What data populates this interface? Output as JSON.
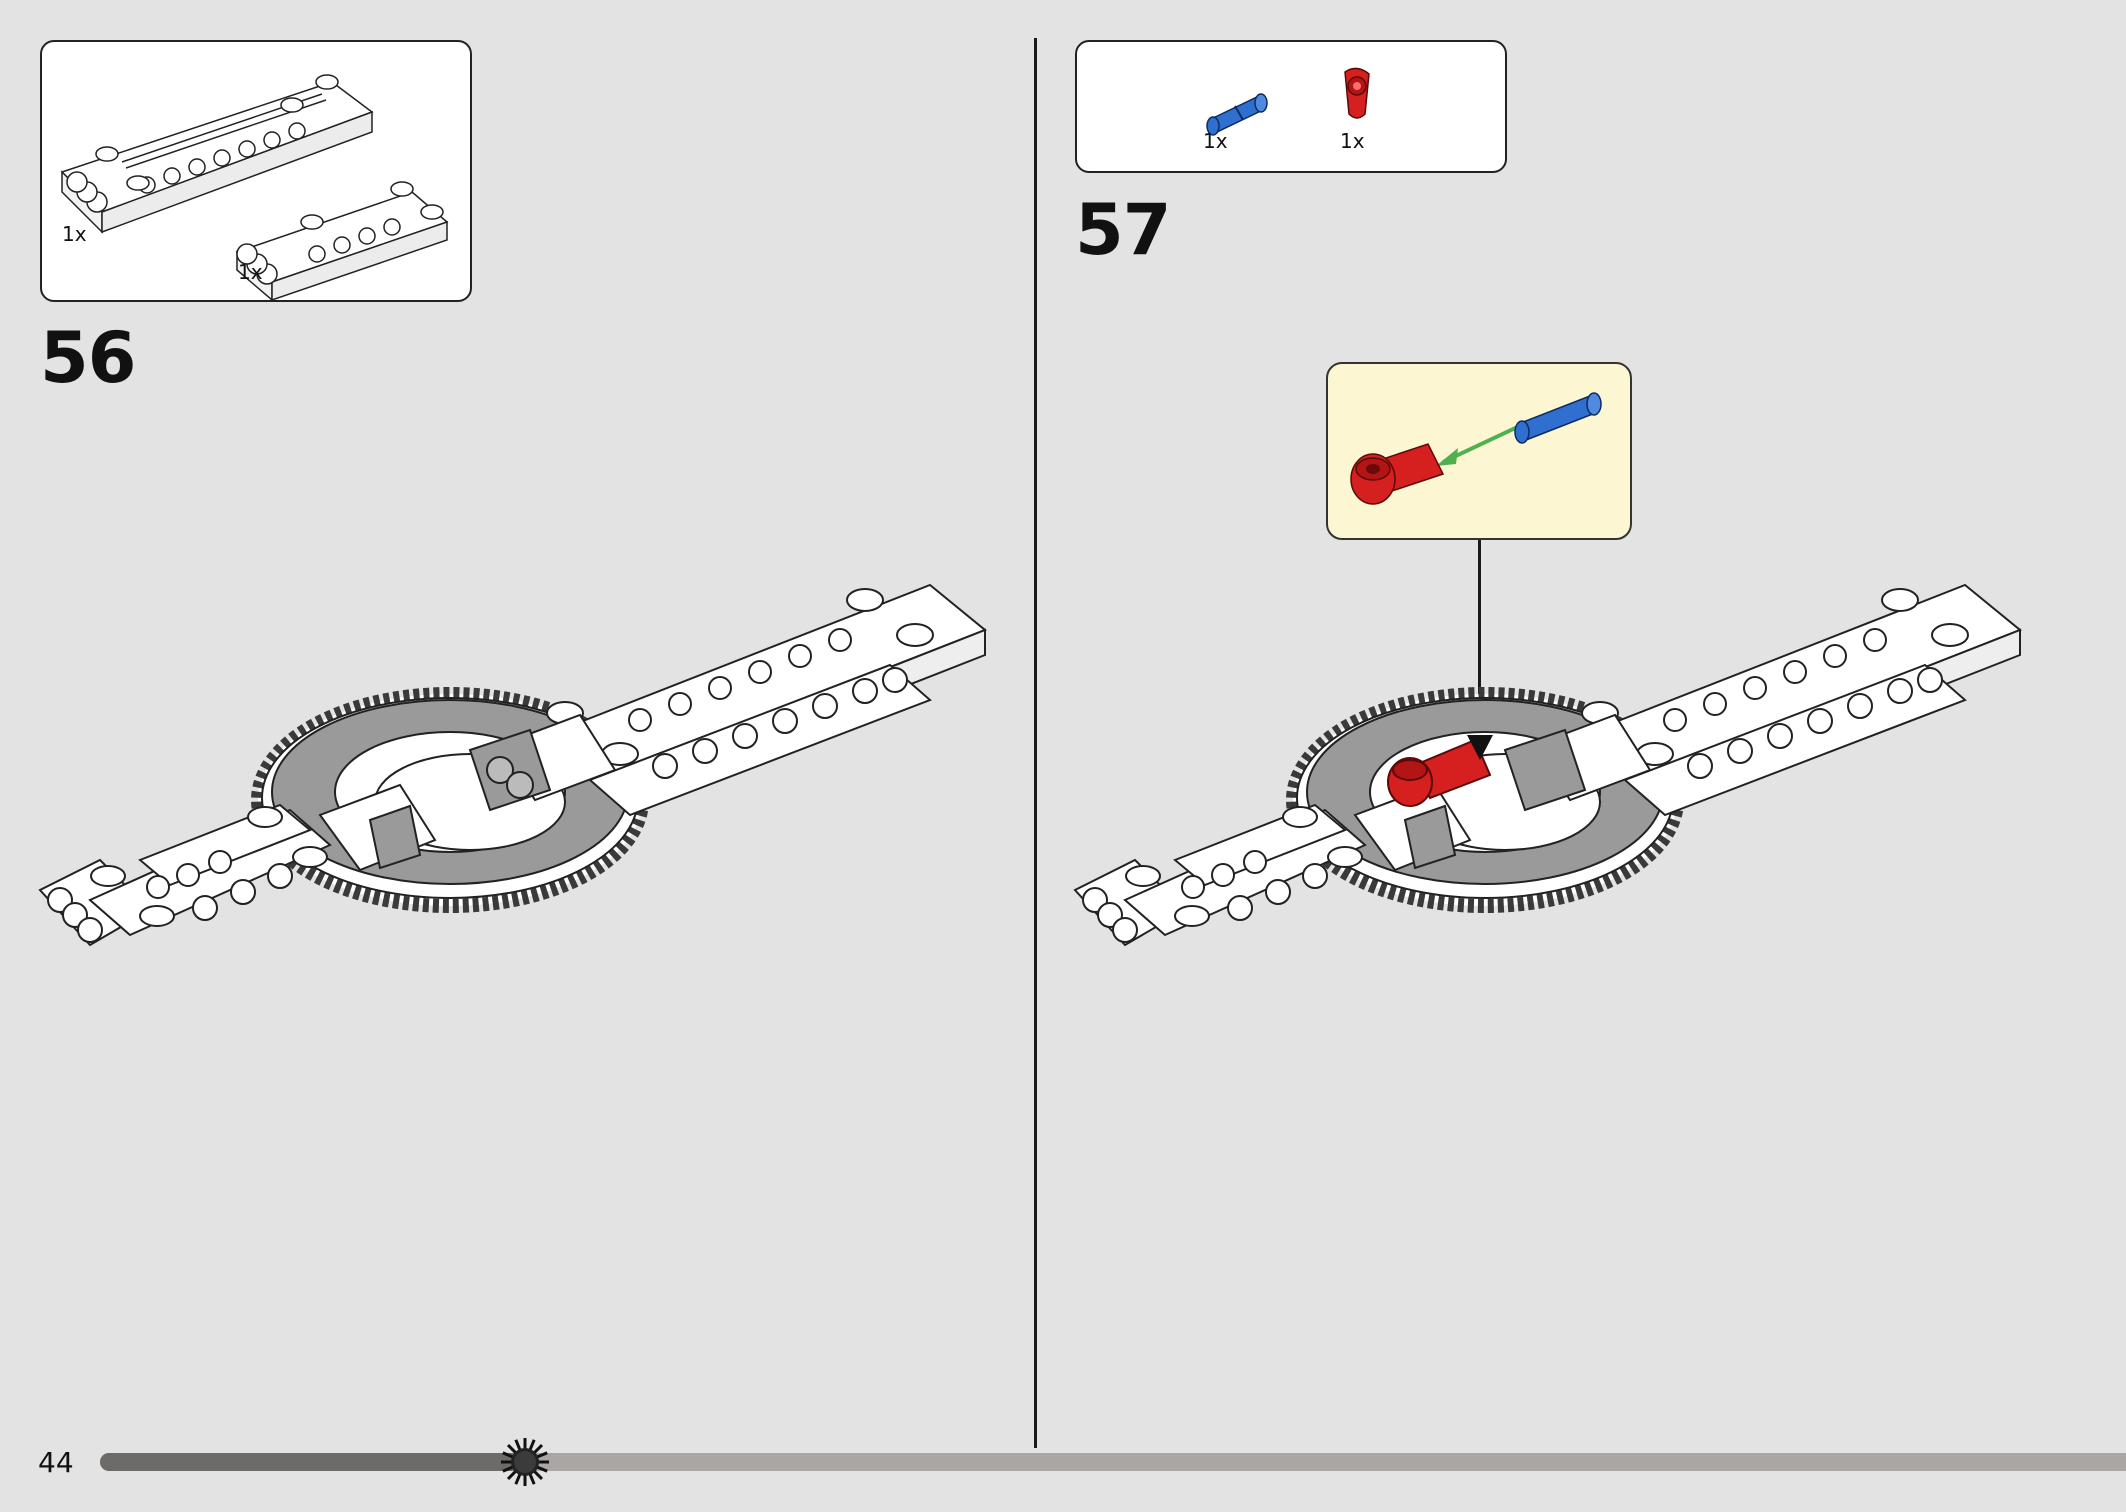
{
  "left_step": {
    "number": "56",
    "parts": [
      {
        "qty": "1x",
        "part": "long-white-beam-panel"
      },
      {
        "qty": "1x",
        "part": "short-white-beam-panel"
      }
    ]
  },
  "right_step": {
    "number": "57",
    "parts": [
      {
        "qty": "1x",
        "part": "blue-axle-pin",
        "color": "#2f6fd0"
      },
      {
        "qty": "1x",
        "part": "red-pin-connector",
        "color": "#d61f1f"
      }
    ],
    "callout_arrow_color": "#4fb050"
  },
  "footer": {
    "page_number": "44",
    "progress": 0.21
  },
  "colors": {
    "background": "#e3e3e3",
    "callout_background": "#fcf6d2",
    "white_part": "#ffffff",
    "grey_part": "#9a9a9a"
  }
}
